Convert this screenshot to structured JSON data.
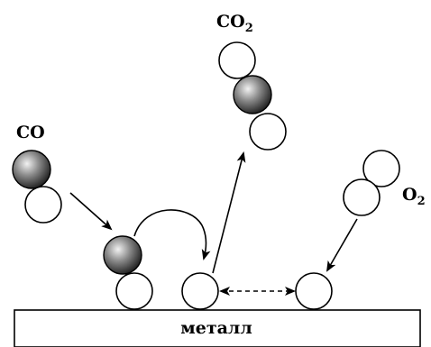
{
  "labels": {
    "co": "CO",
    "co2_base": "CO",
    "co2_sub": "2",
    "o2_base": "O",
    "o2_sub": "2",
    "metal": "металл"
  },
  "colors": {
    "carbon_highlight": "#f2f2f2",
    "carbon_mid": "#8a8a8a",
    "carbon_dark": "#1a1a1a",
    "oxygen_fill": "#ffffff",
    "outline": "#000000"
  }
}
